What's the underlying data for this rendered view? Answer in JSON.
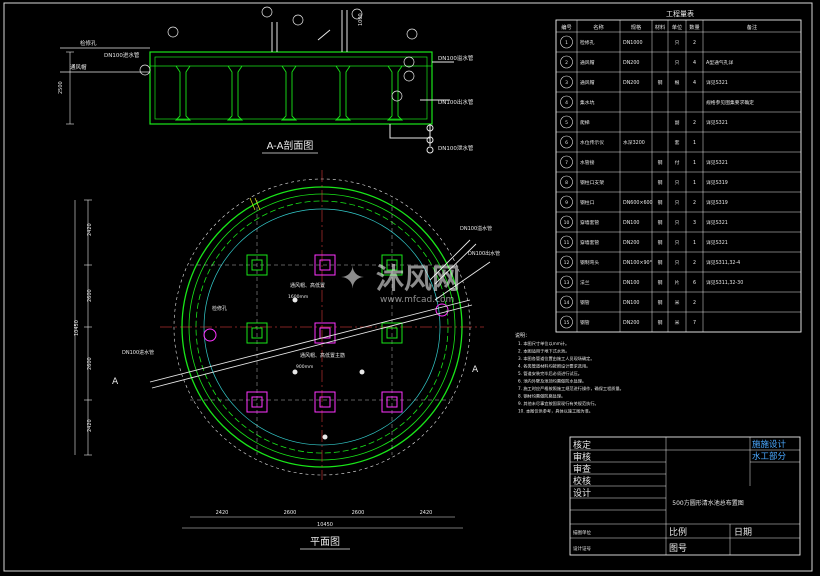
{
  "section_title": "A-A剖面图",
  "plan_title": "平面图",
  "section_labels": [
    "检修孔",
    "通风帽",
    "DN100进水管",
    "DN100溢水管",
    "DN100出水管",
    "DN100泄水管",
    "2500",
    "1000"
  ],
  "plan_labels": [
    "DN100溢水管",
    "DN100出水管",
    "通风帽、高低置",
    "检修孔",
    "DN100进水管",
    "通风帽、高低置主筋",
    "1600mm",
    "900mm"
  ],
  "plan_dims_left": [
    "2420",
    "2600",
    "2600",
    "2420"
  ],
  "plan_dims_bottom": [
    "2420",
    "2600",
    "2600",
    "2420"
  ],
  "plan_dim_total": "10450",
  "section_marker": "A",
  "watermark": {
    "brand": "沐风网",
    "url": "www.mfcad.com"
  },
  "materials_table": {
    "title": "工程量表",
    "headers": [
      "编号",
      "名称",
      "规格",
      "材料",
      "单位",
      "数量",
      "备注"
    ],
    "rows": [
      [
        "1",
        "检修孔",
        "DN1000",
        "",
        "只",
        "2",
        ""
      ],
      [
        "2",
        "通风帽",
        "DN200",
        "",
        "只",
        "4",
        "A型通气孔详"
      ],
      [
        "3",
        "通风帽",
        "DN200",
        "钢",
        "根",
        "4",
        "详见S321"
      ],
      [
        "4",
        "集水坑",
        "",
        "",
        "",
        "",
        "规格参见图集要求确定"
      ],
      [
        "5",
        "爬梯",
        "",
        "",
        "副",
        "2",
        "详见S321"
      ],
      [
        "6",
        "水位传示仪",
        "水深3200",
        "",
        "套",
        "1",
        ""
      ],
      [
        "7",
        "水管接",
        "",
        "钢",
        "付",
        "1",
        "详见S321"
      ],
      [
        "8",
        "钢柱口支架",
        "",
        "钢",
        "只",
        "1",
        "详见S319"
      ],
      [
        "9",
        "钢柱口",
        "DN600×600",
        "钢",
        "只",
        "2",
        "详见S319"
      ],
      [
        "10",
        "穿墙套管",
        "DN100",
        "钢",
        "只",
        "3",
        "详见S321"
      ],
      [
        "11",
        "穿墙套管",
        "DN200",
        "钢",
        "只",
        "1",
        "详见S321"
      ],
      [
        "12",
        "钢制弯头",
        "DN100×90°",
        "钢",
        "只",
        "2",
        "详见S311,32-4"
      ],
      [
        "13",
        "法兰",
        "DN100",
        "钢",
        "片",
        "6",
        "详见S311,32-30"
      ],
      [
        "14",
        "钢管",
        "DN100",
        "钢",
        "米",
        "2",
        ""
      ],
      [
        "15",
        "钢管",
        "DN200",
        "钢",
        "米",
        "7",
        ""
      ]
    ]
  },
  "notes": {
    "title": "说明：",
    "lines": [
      "1. 本图尺寸单位以mm计。",
      "2. 本图适用于地下式水池。",
      "3. 本图各管道位置由施工人员现场确定。",
      "4. 各类管道材料均按照设计要求选用。",
      "5. 管道安装完毕后必须进行试压。",
      "6. 池内外壁及池顶均需做防水处理。",
      "7. 施工时应严格按照施工规范进行操作，确保工程质量。",
      "8. 钢材均需做防腐处理。",
      "9. 其他未尽事宜按国家现行有关规范执行。",
      "10. 本图仅供参考，具体以施工图为准。"
    ]
  },
  "title_block": {
    "left_labels": [
      "核定",
      "审核",
      "审查",
      "校核",
      "设计",
      "描图单位",
      "设计证号"
    ],
    "discipline_1": "施施设计",
    "discipline_2": "水工部分",
    "drawing_title": "500方圆形清水池总布置图",
    "scale_label": "比例",
    "drawing_no_label": "图号",
    "date_label": "日期"
  },
  "colors": {
    "bg": "#000000",
    "line": "#e8e8e8",
    "green": "#19e619",
    "magenta": "#ff33ff",
    "cyan": "#33cccc",
    "yellow": "#e6e619",
    "blue": "#4aa8ff"
  }
}
